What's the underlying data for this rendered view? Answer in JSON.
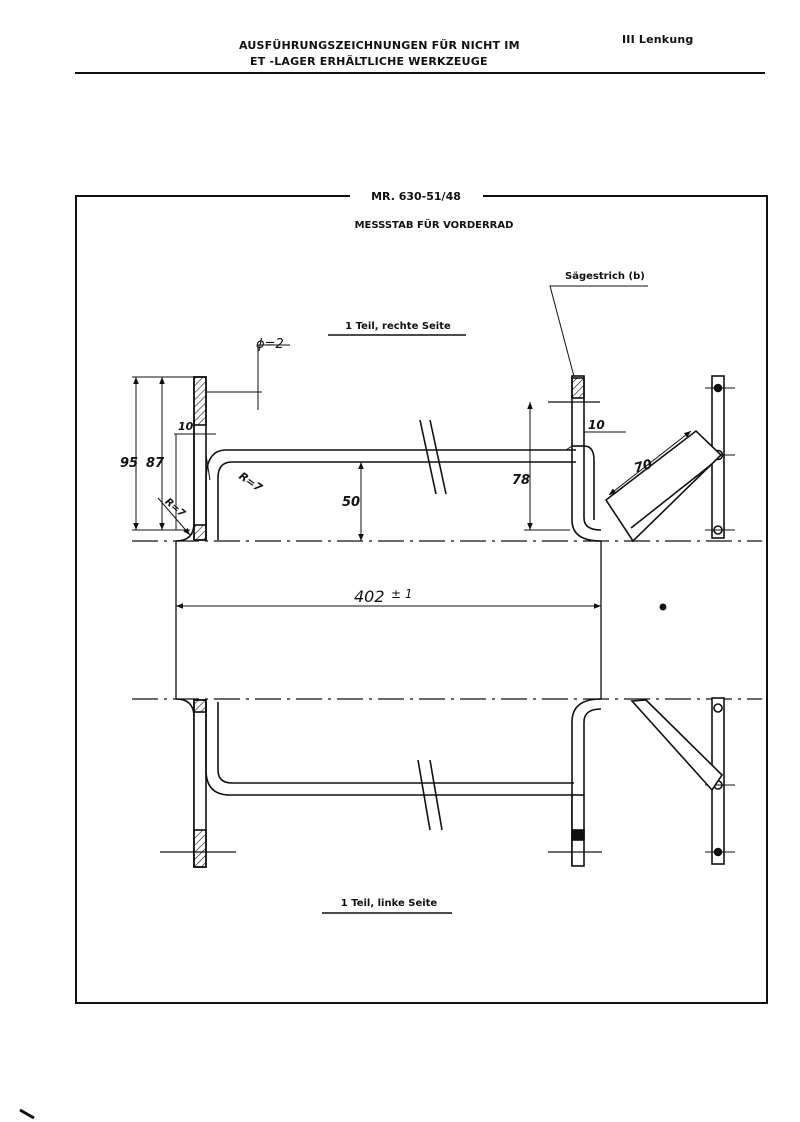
{
  "header": {
    "line1": "AUSFÜHRUNGSZEICHNUNGEN FÜR NICHT IM",
    "line2": "ET -LAGER ERHÄLTLICHE WERKZEUGE",
    "section": "III  Lenkung"
  },
  "drawing": {
    "number": "MR. 630-51/48",
    "title": "MESSSTAB FÜR VORDERRAD",
    "top_label": "1 Teil, rechte Seite",
    "bottom_label": "1 Teil, linke Seite",
    "note_saw": "Sägestrich (b)",
    "dims": {
      "dia": "ϕ=2",
      "d95": "95",
      "d87": "87",
      "d10_left": "10",
      "r7_left": "R=7",
      "r7_inner": "R=7",
      "d50": "50",
      "d78": "78",
      "d10_right": "10",
      "d70": "70",
      "d402": "402",
      "tol": "± 1"
    }
  }
}
